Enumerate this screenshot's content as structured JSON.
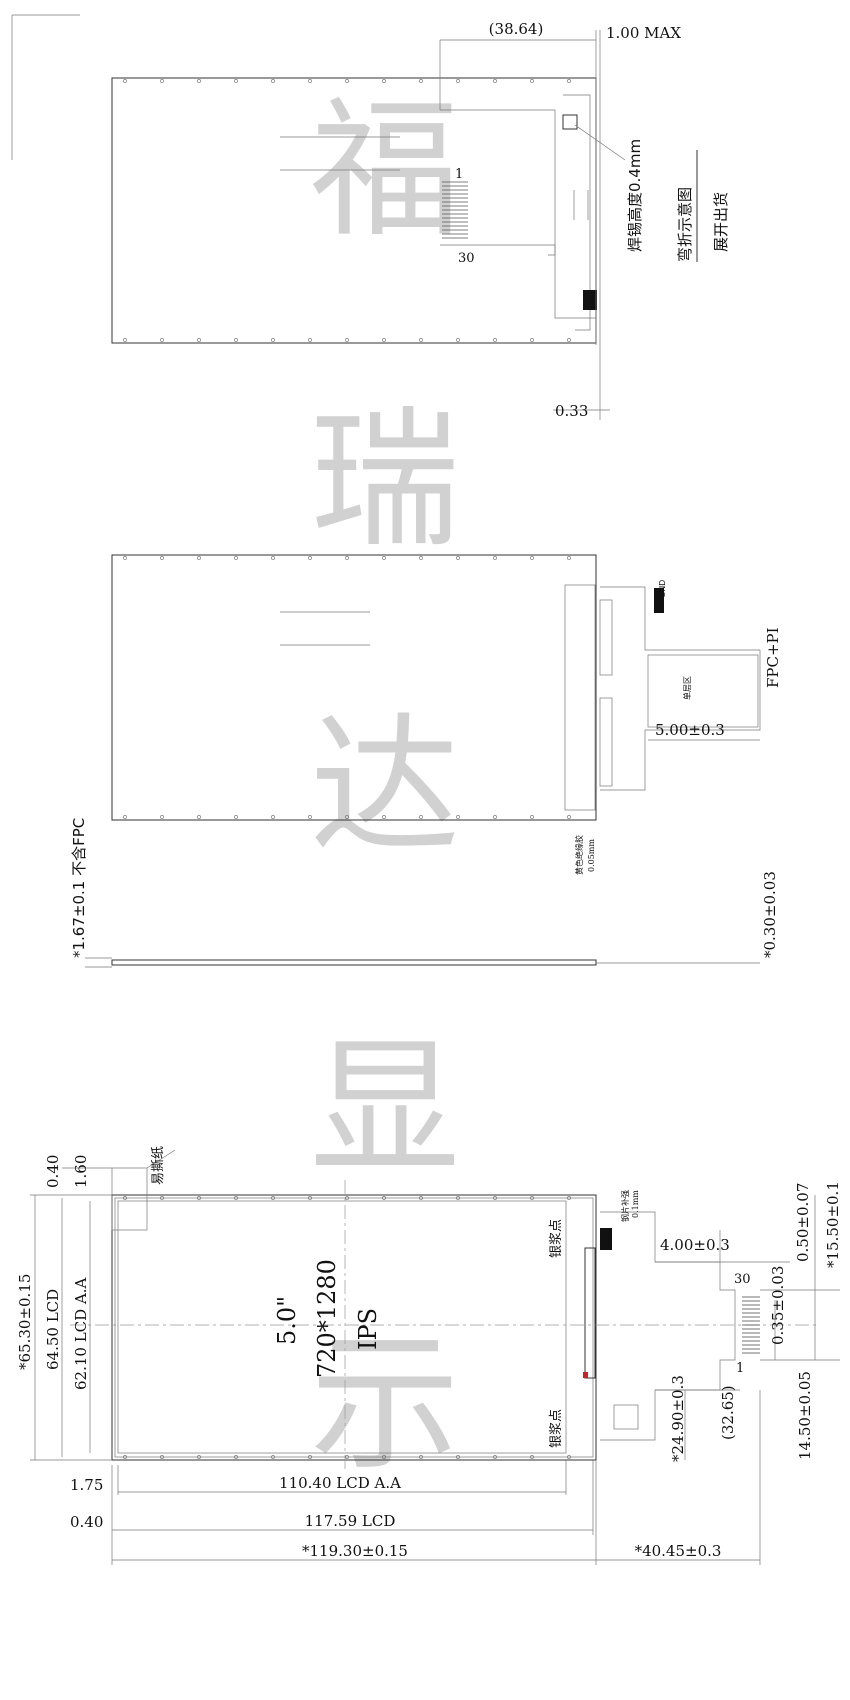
{
  "watermark": [
    "福",
    "瑞",
    "达",
    "显",
    "示"
  ],
  "view_top": {
    "dim_width_fpc": "(38.64)",
    "dim_max": "1.00 MAX",
    "dim_gap": "0.33",
    "solder_note": "焊锡高度0.4mm",
    "bend_note": "弯折示意图",
    "ship_note": "展开出货",
    "pin_first": "1",
    "pin_last": "30"
  },
  "view_mid": {
    "gnd_label": "GND",
    "fpc_pi_label": "FPC+PI",
    "single_layer_label": "单层区",
    "dim_single_layer": "5.00±0.3",
    "insulation_label": "黄色绝缘胶",
    "insulation_thickness": "0.05mm",
    "dim_thickness": "*1.67±0.1 不含FPC",
    "dim_fpc_thickness": "*0.30±0.03"
  },
  "view_front": {
    "size_label": "5.0\"",
    "resolution": "720*1280",
    "panel_type": "IPS",
    "peel_label": "易撕纸",
    "silver_top": "银浆点",
    "silver_bottom": "银浆点",
    "stiffener_label": "钢片补强",
    "stiffener_thickness": "0.1mm",
    "pin_first": "1",
    "pin_last": "30",
    "dim_040_top": "0.40",
    "dim_160": "1.60",
    "dim_outline_h": "*65.30±0.15",
    "dim_lcd_h": "64.50 LCD",
    "dim_aa_h": "62.10 LCD A.A",
    "dim_175": "1.75",
    "dim_aa_w": "110.40 LCD A.A",
    "dim_040_bottom": "0.40",
    "dim_lcd_w": "117.59 LCD",
    "dim_outline_w": "*119.30±0.15",
    "dim_fpc_len": "*40.45±0.3",
    "dim_fpc_width": "4.00±0.3",
    "dim_pad": "0.50±0.07",
    "dim_fpc_total": "*15.50±0.1",
    "dim_pitch": "0.35±0.03",
    "dim_conn_w": "14.50±0.05",
    "dim_fpc_offset": "*24.90±0.3",
    "dim_fpc_mid": "(32.65)"
  }
}
